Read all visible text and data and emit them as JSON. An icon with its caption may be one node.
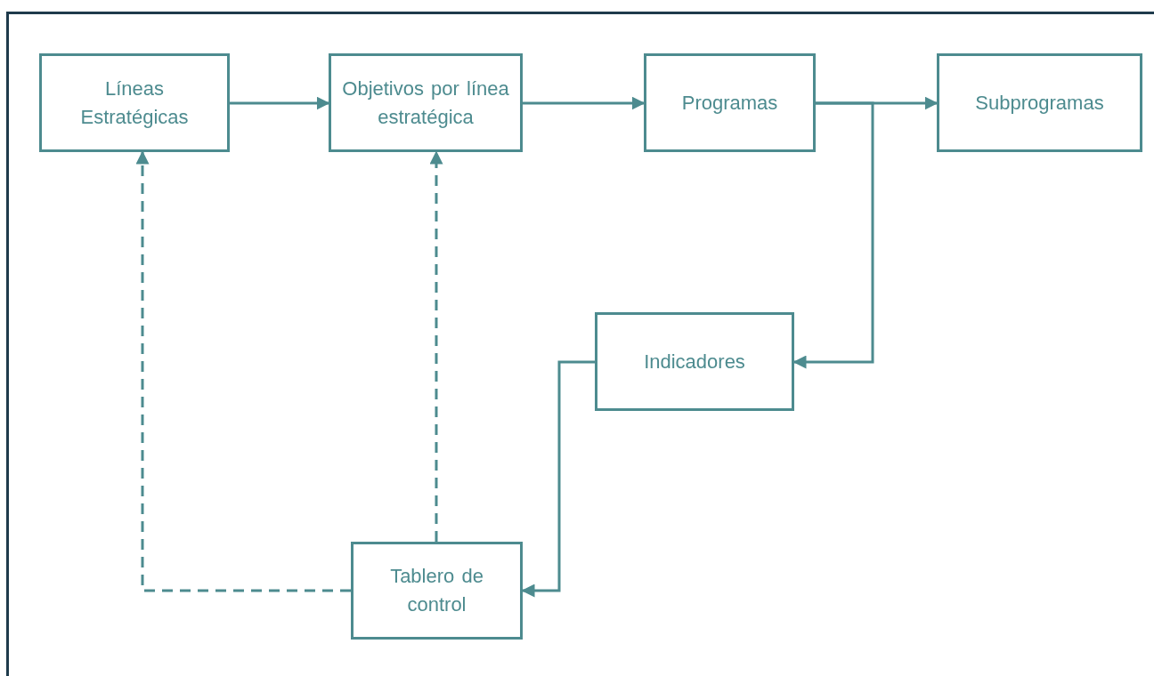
{
  "diagram": {
    "nodes": [
      {
        "text": [
          "Líneas Estratégicas"
        ]
      },
      {
        "text": [
          "Objetivos por línea estratégica"
        ]
      },
      {
        "text": [
          "Programas"
        ]
      },
      {
        "text": [
          "Subprogramas"
        ]
      },
      {
        "text": [
          "Indicadores"
        ]
      },
      {
        "text": [
          "Tablero de control"
        ]
      }
    ],
    "edges": [
      {
        "from": 0,
        "to": 1,
        "arrow": "to"
      },
      {
        "from": 1,
        "to": 2,
        "arrow": "to"
      },
      {
        "from": 2,
        "to": 3,
        "arrow": "to"
      },
      {
        "from": 2,
        "to": 4,
        "arrow": "to"
      },
      {
        "from": 4,
        "to": 5,
        "arrow": "to"
      },
      {
        "from": 5,
        "to": 1,
        "arrow": "to",
        "style": "dashed"
      },
      {
        "from": 5,
        "to": 0,
        "arrow": "to",
        "style": "dashed"
      }
    ]
  }
}
